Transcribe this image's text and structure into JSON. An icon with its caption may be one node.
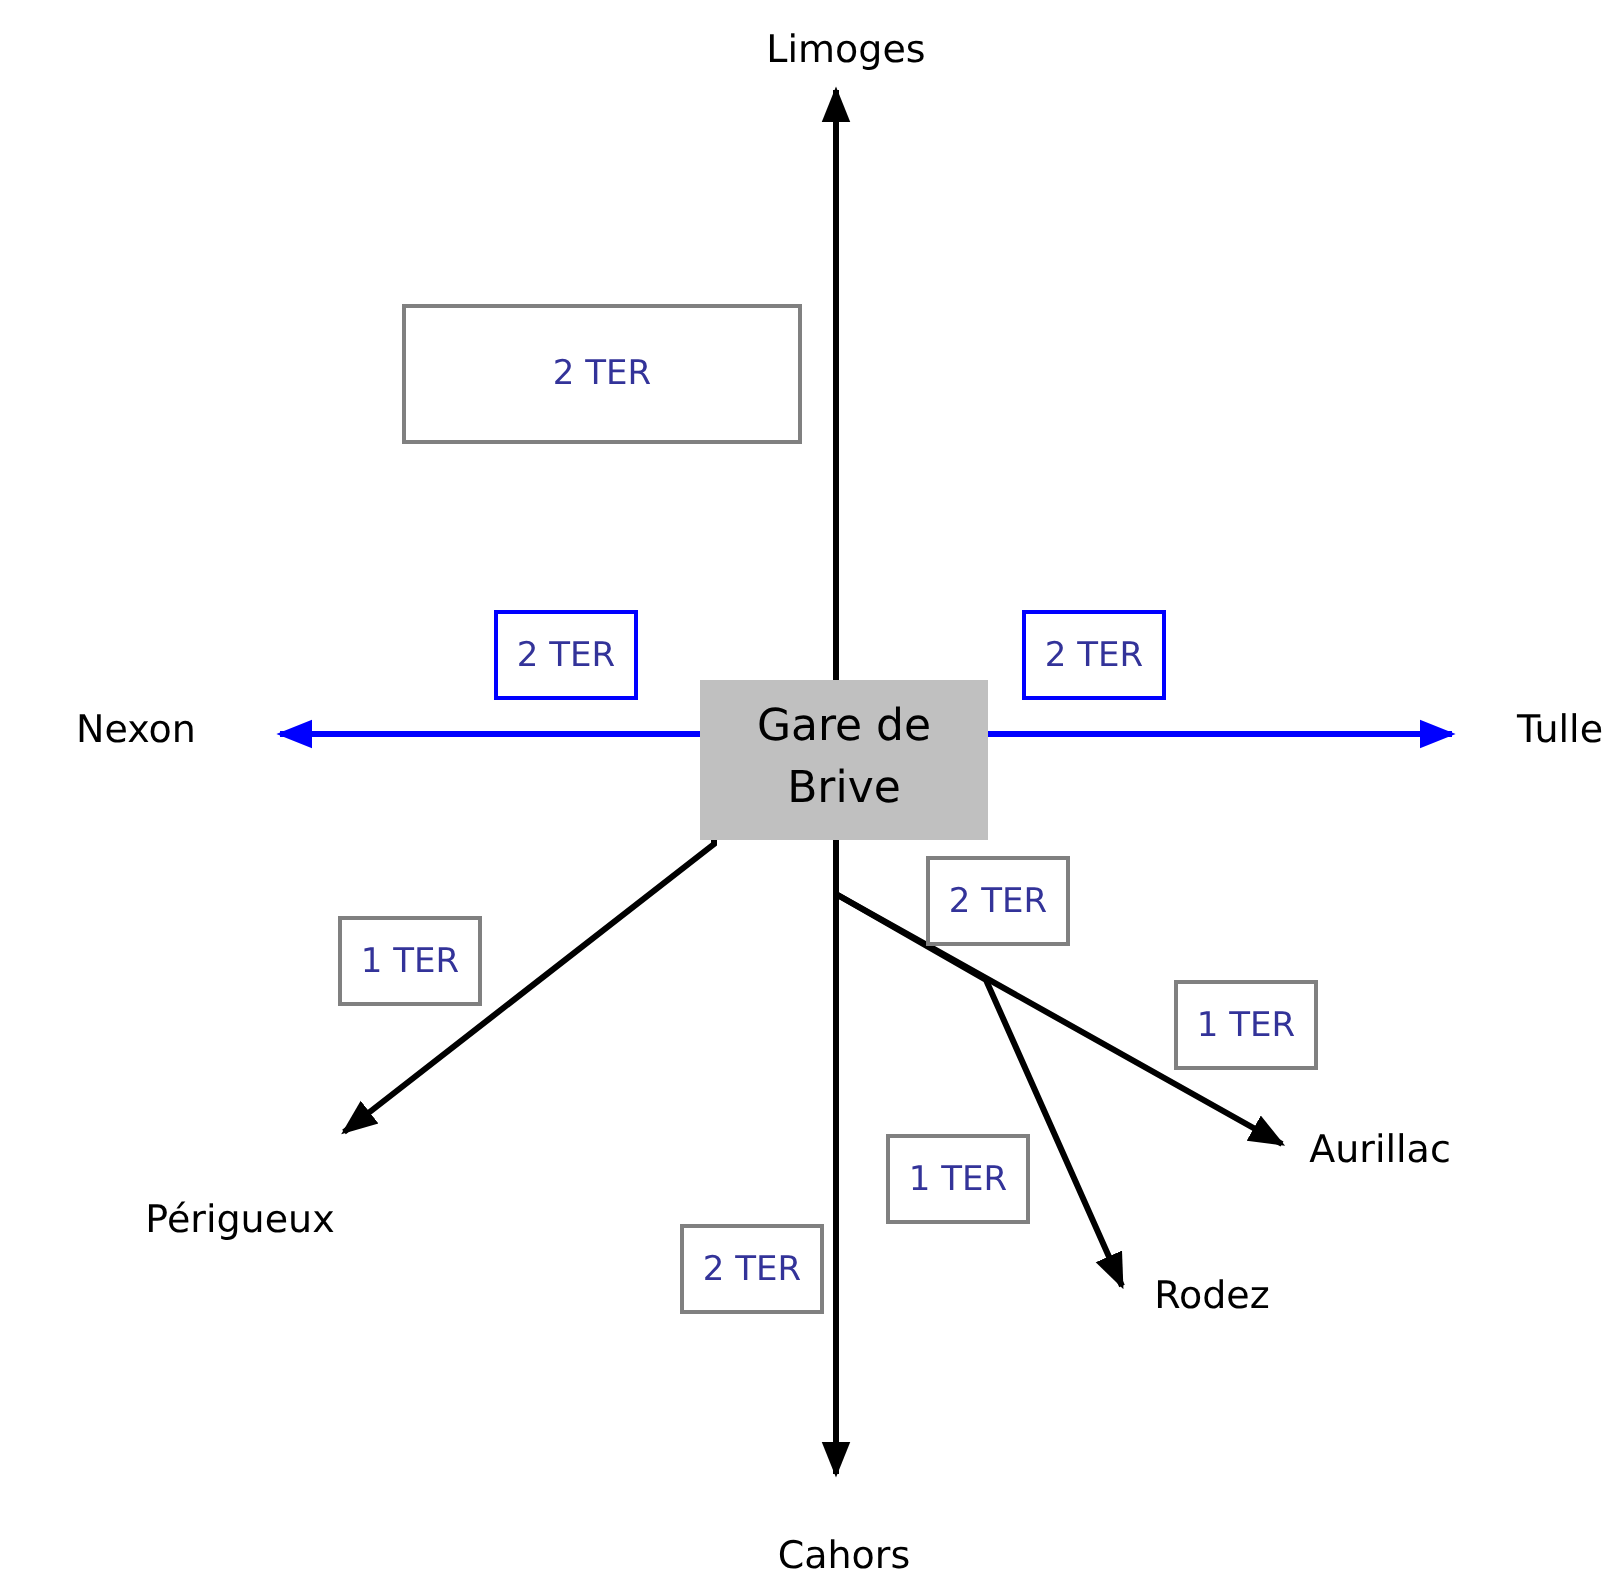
{
  "diagram": {
    "nodes": [
      {
        "text": [
          "Limoges"
        ]
      },
      {
        "text": [
          "Gare de Brive"
        ]
      },
      {
        "text": [
          "Nexon"
        ]
      },
      {
        "text": [
          "Tulle"
        ]
      },
      {
        "text": [
          "Périgueux"
        ]
      },
      {
        "text": [
          "Cahors"
        ]
      },
      {
        "text": [
          "Aurillac"
        ]
      },
      {
        "text": [
          "Rodez"
        ]
      },
      {
        "text": [
          "2 TER"
        ]
      },
      {
        "text": [
          "2 TER"
        ]
      },
      {
        "text": [
          "2 TER"
        ]
      },
      {
        "text": [
          "1 TER"
        ]
      },
      {
        "text": [
          "2 TER"
        ]
      },
      {
        "text": [
          "1 TER"
        ]
      },
      {
        "text": [
          "1 TER"
        ]
      },
      {
        "text": [
          "2 TER"
        ]
      }
    ],
    "edges": [
      {
        "from": 1,
        "to": 0,
        "arrow": "to"
      },
      {
        "from": 1,
        "to": 2,
        "arrow": "to",
        "color": "#0000ff"
      },
      {
        "from": 1,
        "to": 3,
        "arrow": "to",
        "color": "#0000ff"
      },
      {
        "from": 1,
        "to": 4,
        "arrow": "to"
      },
      {
        "from": 1,
        "to": 5,
        "arrow": "to"
      },
      {
        "from": 1,
        "to": 6,
        "arrow": "to"
      },
      {
        "from": 1,
        "to": 7,
        "arrow": "to"
      }
    ]
  }
}
